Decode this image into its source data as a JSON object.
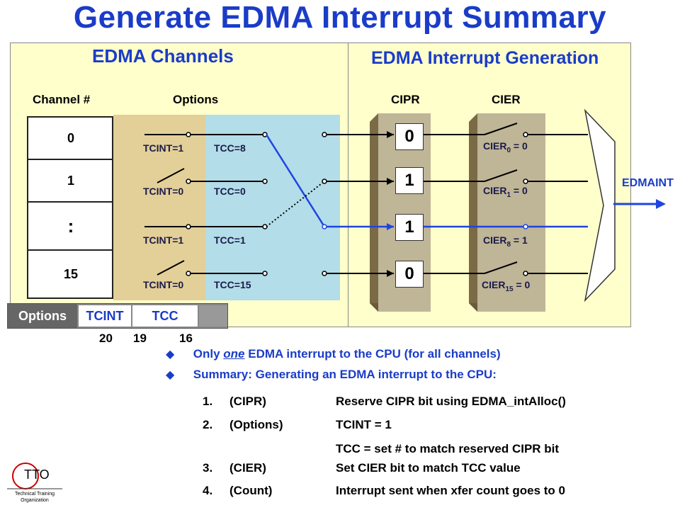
{
  "title": "Generate EDMA Interrupt Summary",
  "left_panel": {
    "header": "EDMA Channels",
    "col_channel": "Channel #",
    "col_options": "Options",
    "channels": [
      "0",
      "1",
      ":",
      "15"
    ],
    "tcint": [
      "TCINT=1",
      "TCINT=0",
      "TCINT=1",
      "TCINT=0"
    ],
    "tcc": [
      "TCC=8",
      "TCC=0",
      "TCC=1",
      "TCC=15"
    ]
  },
  "right_panel": {
    "header": "EDMA Interrupt Generation",
    "col_cipr": "CIPR",
    "col_cier": "CIER",
    "cipr_bits": [
      "0",
      "1",
      "1",
      "0"
    ],
    "cier": [
      {
        "name": "CIER",
        "sub": "0",
        "val": "= 0"
      },
      {
        "name": "CIER",
        "sub": "1",
        "val": "= 0"
      },
      {
        "name": "CIER",
        "sub": "8",
        "val": "= 1"
      },
      {
        "name": "CIER",
        "sub": "15",
        "val": "= 0"
      }
    ],
    "output": "EDMAINT"
  },
  "options_reg": {
    "label": "Options",
    "tcint": "TCINT",
    "tcc": "TCC",
    "bits": [
      "20",
      "19",
      "16"
    ]
  },
  "bullets": [
    {
      "pre": "Only ",
      "em": "one",
      "post": " EDMA interrupt to the CPU (for all channels)"
    },
    {
      "text": "Summary: Generating an EDMA interrupt to the CPU:"
    }
  ],
  "steps": [
    {
      "num": "1.",
      "tag": "(CIPR)",
      "desc": "Reserve CIPR bit using EDMA_intAlloc()"
    },
    {
      "num": "2.",
      "tag": "(Options)",
      "desc": "TCINT = 1"
    },
    {
      "num": "",
      "tag": "",
      "desc": "TCC = set # to match reserved CIPR bit"
    },
    {
      "num": "3.",
      "tag": "(CIER)",
      "desc": "Set CIER bit to match TCC value"
    },
    {
      "num": "4.",
      "tag": "(Count)",
      "desc": "Interrupt sent when xfer count goes to 0"
    }
  ],
  "logo": {
    "text": "TTO",
    "line1": "Technical Training",
    "line2": "Organization"
  },
  "colors": {
    "title": "#1a3cc8",
    "panel": "#ffffcc",
    "options_tan": "#e3cf98",
    "options_blue": "#b3dde8",
    "wire_blue": "#1f44e0"
  }
}
